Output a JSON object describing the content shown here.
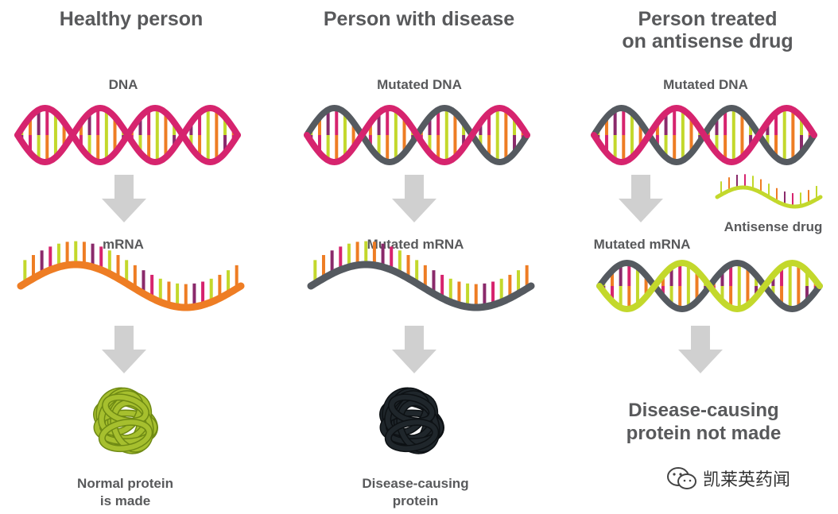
{
  "columns": {
    "healthy": {
      "title": "Healthy person",
      "dna_label": "DNA",
      "mrna_label": "mRNA",
      "result": "Normal protein\nis made"
    },
    "disease": {
      "title": "Person with disease",
      "dna_label": "Mutated DNA",
      "mrna_label": "Mutated mRNA",
      "result": "Disease-causing\nprotein"
    },
    "treated": {
      "title": "Person treated\non antisense drug",
      "dna_label": "Mutated DNA",
      "drug_label": "Antisense drug",
      "mrna_label": "Mutated mRNA",
      "result": "Disease-causing\nprotein not made"
    }
  },
  "watermark": "凯莱英药闻",
  "colors": {
    "dna_pink": "#d6246e",
    "mutated_gray": "#555a60",
    "mrna_orange": "#ee7d24",
    "drug_green": "#c3d82c",
    "arrow": "#d0d0d0",
    "protein_normal": "#a6bf2e",
    "protein_disease": "#1f262b"
  }
}
